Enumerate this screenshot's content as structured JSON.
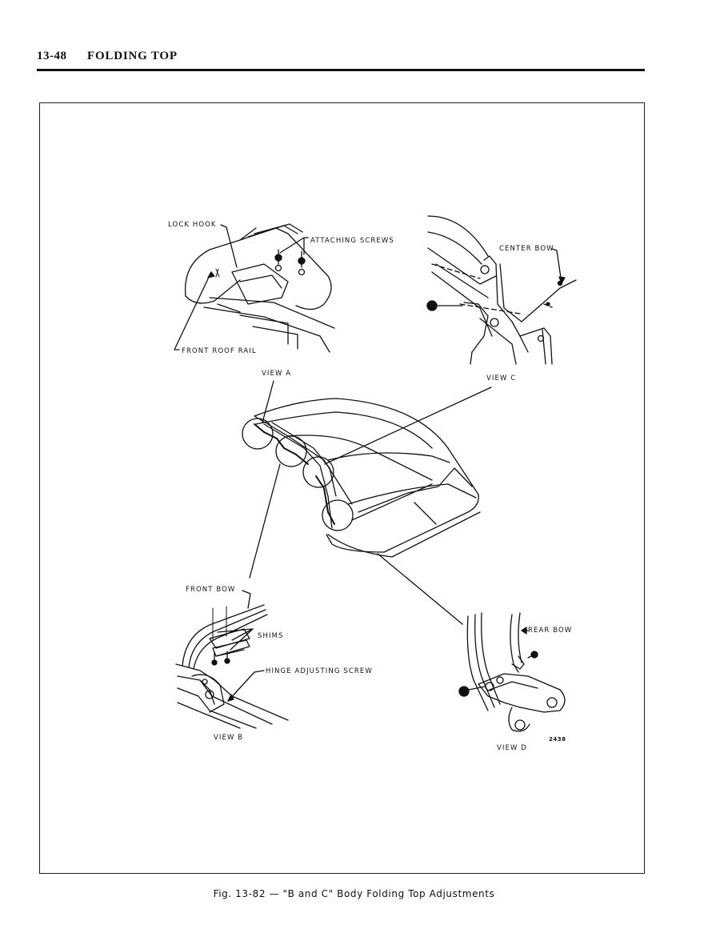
{
  "header": {
    "page_number": "13-48",
    "section_title": "FOLDING TOP"
  },
  "figure": {
    "labels": {
      "lock_hook": "LOCK HOOK",
      "attaching_screws": "ATTACHING SCREWS",
      "front_roof_rail": "FRONT ROOF RAIL",
      "view_a": "VIEW A",
      "center_bow": "CENTER BOW",
      "view_c": "VIEW C",
      "front_bow": "FRONT BOW",
      "shims": "SHIMS",
      "hinge_adjusting_screw": "HINGE ADJUSTING SCREW",
      "view_b": "VIEW B",
      "rear_bow": "REAR BOW",
      "view_d": "VIEW D",
      "drawing_number": "2438"
    },
    "caption": "Fig. 13-82 — \"B and C\" Body Folding Top Adjustments"
  }
}
